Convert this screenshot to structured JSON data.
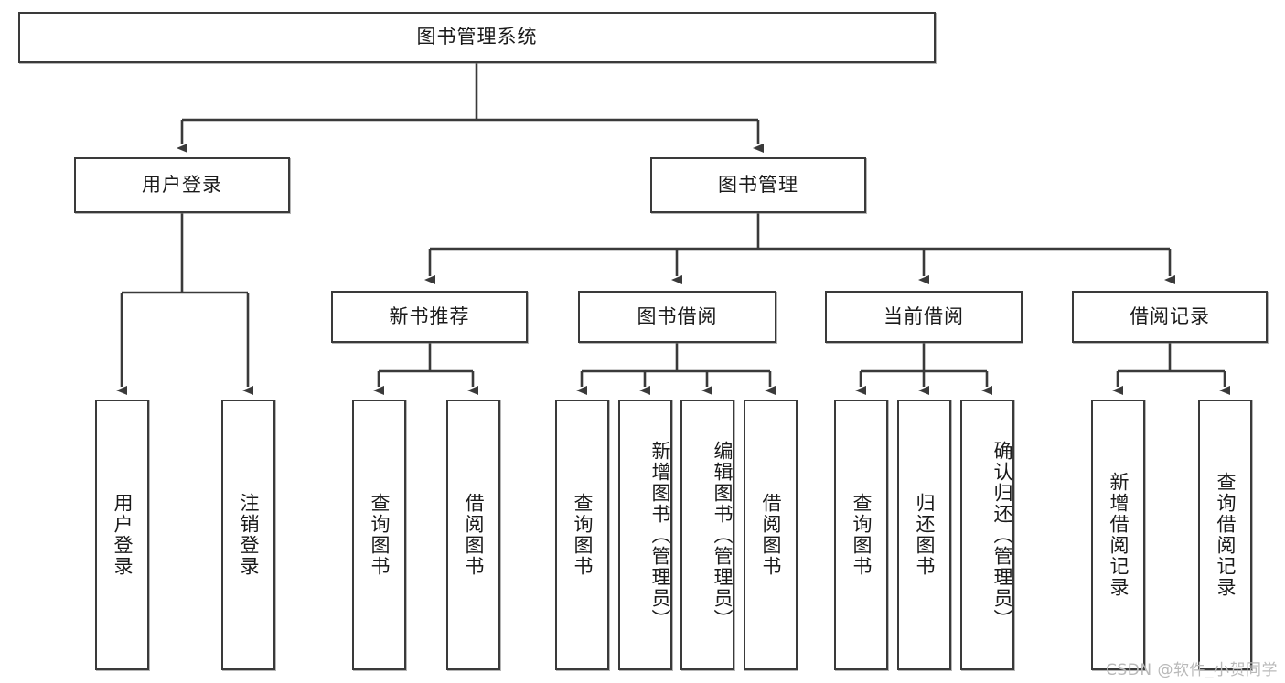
{
  "diagram": {
    "title": "图书管理系统",
    "type": "hierarchy-tree",
    "root": {
      "id": "root",
      "label": "图书管理系统"
    },
    "level2": [
      {
        "id": "user-login",
        "label": "用户登录"
      },
      {
        "id": "book-manage",
        "label": "图书管理"
      }
    ],
    "level3": [
      {
        "id": "new-book-rec",
        "label": "新书推荐"
      },
      {
        "id": "book-borrow",
        "label": "图书借阅"
      },
      {
        "id": "current-borrow",
        "label": "当前借阅"
      },
      {
        "id": "borrow-record",
        "label": "借阅记录"
      }
    ],
    "leaves": {
      "user_login": [
        {
          "id": "leaf-user-login",
          "label": "用户登录"
        },
        {
          "id": "leaf-logout-login",
          "label": "注销登录"
        }
      ],
      "new_book_rec": [
        {
          "id": "leaf-query-book-1",
          "label": "查询图书"
        },
        {
          "id": "leaf-borrow-book-1",
          "label": "借阅图书"
        }
      ],
      "book_borrow": [
        {
          "id": "leaf-query-book-2",
          "label": "查询图书"
        },
        {
          "id": "leaf-add-book",
          "label": "新增图书（管理员）"
        },
        {
          "id": "leaf-edit-book",
          "label": "编辑图书（管理员）"
        },
        {
          "id": "leaf-borrow-book-2",
          "label": "借阅图书"
        }
      ],
      "current_borrow": [
        {
          "id": "leaf-query-book-3",
          "label": "查询图书"
        },
        {
          "id": "leaf-return-book",
          "label": "归还图书"
        },
        {
          "id": "leaf-confirm-return",
          "label": "确认归还（管理员）"
        }
      ],
      "borrow_record": [
        {
          "id": "leaf-add-record",
          "label": "新增借阅记录"
        },
        {
          "id": "leaf-query-record",
          "label": "查询借阅记录"
        }
      ]
    },
    "watermark": "CSDN @软件_小贺同学",
    "colors": {
      "stroke": "#3a3a3a",
      "fill": "#ffffff",
      "text": "#1a1a1a",
      "watermark": "#b9b9b9"
    }
  }
}
